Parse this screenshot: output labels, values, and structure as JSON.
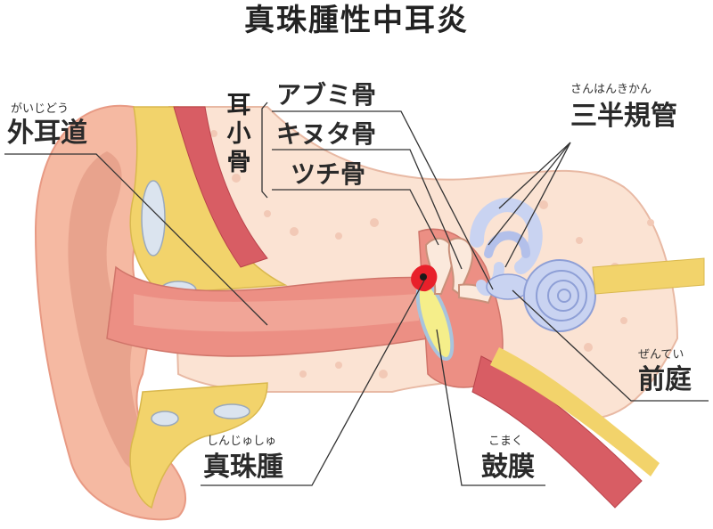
{
  "title": "真珠腫性中耳炎",
  "labels": {
    "external_canal": {
      "text": "外耳道",
      "ruby": "がいじどう"
    },
    "ossicles": {
      "text": "耳小骨"
    },
    "stapes": {
      "text": "アブミ骨"
    },
    "incus": {
      "text": "キヌタ骨"
    },
    "malleus": {
      "text": "ツチ骨"
    },
    "semicircular": {
      "text": "三半規管",
      "ruby": "さんはんきかん"
    },
    "vestibule": {
      "text": "前庭",
      "ruby": "ぜんてい"
    },
    "cholesteatoma": {
      "text": "真珠腫",
      "ruby": "しんじゅしゅ"
    },
    "eardrum": {
      "text": "鼓膜",
      "ruby": "こまく"
    }
  },
  "colors": {
    "skin": "#f5b9a2",
    "skin_dark": "#e89a84",
    "bone": "#fbe3d3",
    "cartilage": "#f2d36b",
    "canal": "#ec8f84",
    "muscle": "#d85d64",
    "inner_ear": "#c9d3f1",
    "cholesteatoma": "#e8202a",
    "line": "#333333"
  }
}
